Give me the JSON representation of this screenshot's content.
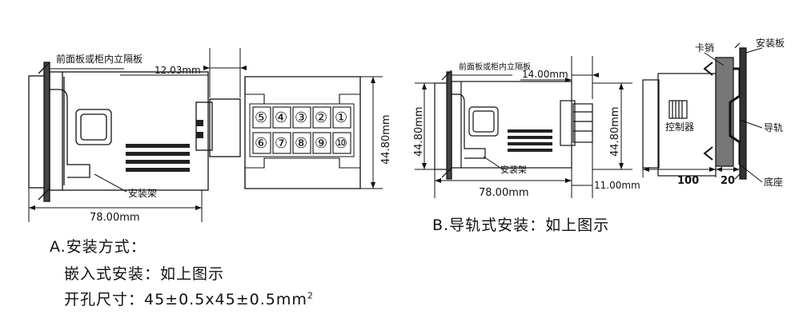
{
  "panel_a": {
    "label_front_panel": "前面板或柜内立隔板",
    "label_bracket": "安装架",
    "dim_width": "78.00mm",
    "dim_depth_gap": "12.03mm",
    "dim_height": "44.80mm",
    "terminals_top": [
      "⑤",
      "④",
      "③",
      "②",
      "①"
    ],
    "terminals_bottom": [
      "⑥",
      "⑦",
      "⑧",
      "⑨",
      "⑩"
    ],
    "caption_title": "A.安装方式：",
    "caption_embed": "嵌入式安装：如上图示",
    "caption_cutout": "开孔尺寸：45±0.5x45±0.5mm",
    "caption_cutout_sup": "2"
  },
  "panel_b": {
    "label_front_panel": "前面板或柜内立隔板",
    "label_bracket": "安装架",
    "dim_width": "78.00mm",
    "dim_gap": "14.00mm",
    "dim_height_left": "44.80mm",
    "dim_height_right": "44.80mm",
    "dim_depth": "11.00mm",
    "caption": "B.导轨式安装：如上图示"
  },
  "panel_rail": {
    "label_pin": "卡销",
    "label_mount_plate": "安装板",
    "label_controller": "控制器",
    "label_rail": "导轨",
    "label_base": "底座",
    "dim_100": "100",
    "dim_20": "20"
  }
}
